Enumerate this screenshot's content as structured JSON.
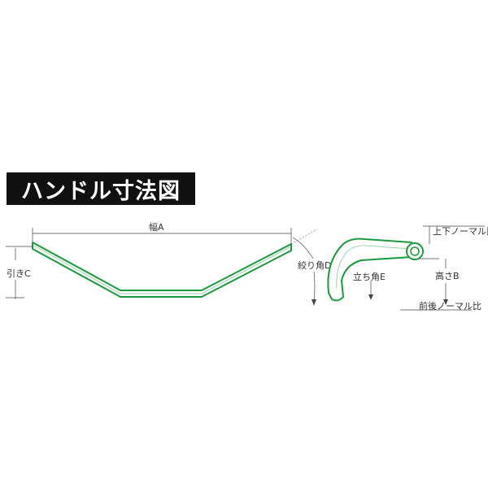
{
  "title": "ハンドル寸法図",
  "labels": {
    "width": "幅A",
    "pullback": "引きC",
    "sweep_angle": "絞り角D",
    "rise_angle": "立ち角E",
    "height": "高さB",
    "vertical_normal": "上下ノーマル比",
    "fore_aft_normal": "前後ノーマル比"
  },
  "colors": {
    "bar": "#1a9a3c",
    "title_bg": "#111111",
    "title_text": "#ffffff"
  }
}
